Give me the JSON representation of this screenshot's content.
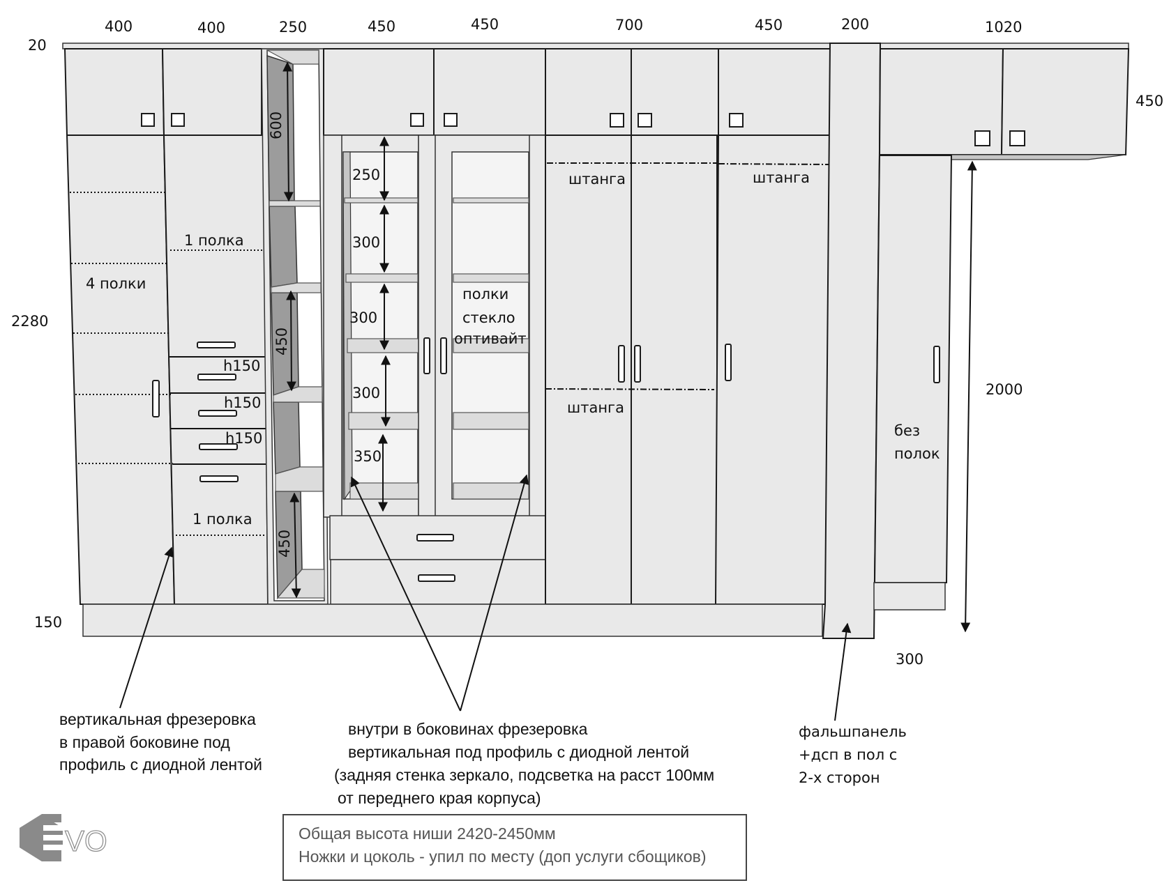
{
  "top_dimensions": [
    "400",
    "400",
    "250",
    "450",
    "450",
    "700",
    "450",
    "200",
    "1020"
  ],
  "side_dimensions": {
    "crown": "20",
    "total_height": "2280",
    "plinth": "150",
    "upper_right_height": "450",
    "right_height": "2000",
    "right_width": "300"
  },
  "open_column": {
    "gaps": [
      "600",
      "450",
      "450"
    ]
  },
  "glass_section": {
    "gaps": [
      "250",
      "300",
      "300",
      "300",
      "350"
    ],
    "label_lines": [
      "полки",
      "стекло",
      "оптивайт"
    ]
  },
  "section_labels": {
    "four_shelves": "4 полки",
    "one_shelf_top": "1 полка",
    "one_shelf_bottom": "1 полка",
    "drawer_heights": [
      "h150",
      "h150",
      "h150"
    ],
    "rod_1": "штанга",
    "rod_2": "штанга",
    "rod_3": "штанга",
    "no_shelves_lines": [
      "без",
      "полок"
    ]
  },
  "annotations": {
    "left": [
      "вертикальная фрезеровка",
      "в правой боковине под",
      "профиль с диодной лентой"
    ],
    "center": [
      "внутри в боковинах фрезеровка",
      "вертикальная под профиль с диодной лентой",
      "(задняя стенка зеркало, подсветка на расст 100мм",
      "от переднего края корпуса)"
    ],
    "right": [
      "фальшпанель",
      "+дсп в пол с",
      "2-х сторон"
    ]
  },
  "note_box": {
    "lines": [
      "Общая высота ниши 2420-2450мм",
      "Ножки и цоколь - упил по месту (доп услуги сбощиков)"
    ]
  },
  "logo": {
    "text": "EVO",
    "color": "#8a8a8a"
  },
  "colors": {
    "panel": "#e9e9e9",
    "dark_back": "#9c9c9c",
    "stroke": "#1a1a1a"
  }
}
